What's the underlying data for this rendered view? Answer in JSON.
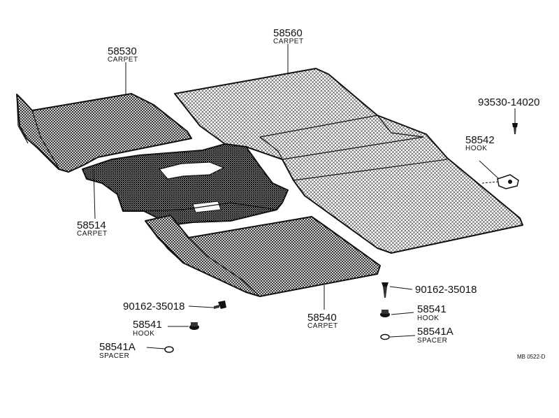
{
  "diagram_code": "MB 0522-D",
  "parts": {
    "carpet_58530": {
      "number": "58530",
      "name": "CARPET"
    },
    "carpet_58560": {
      "number": "58560",
      "name": "CARPET"
    },
    "carpet_58514": {
      "number": "58514",
      "name": "CARPET"
    },
    "carpet_58540": {
      "number": "58540",
      "name": "CARPET"
    },
    "screw_right": {
      "number": "93530-14020"
    },
    "hook_right_upper": {
      "number": "58542",
      "name": "HOOK"
    },
    "screw_center_right": {
      "number": "90162-35018"
    },
    "hook_right_lower": {
      "number": "58541",
      "name": "HOOK"
    },
    "spacer_right": {
      "number": "58541A",
      "name": "SPACER"
    },
    "screw_left": {
      "number": "90162-35018"
    },
    "hook_left": {
      "number": "58541",
      "name": "HOOK"
    },
    "spacer_left": {
      "number": "58541A",
      "name": "SPACER"
    }
  }
}
